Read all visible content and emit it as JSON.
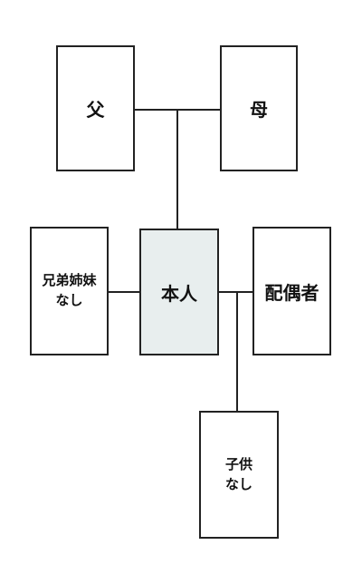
{
  "family_tree": {
    "father": {
      "label": "父"
    },
    "mother": {
      "label": "母"
    },
    "self": {
      "label": "本人"
    },
    "siblings": {
      "line1": "兄弟姉妹",
      "line2": "なし"
    },
    "spouse": {
      "label": "配偶者"
    },
    "children": {
      "line1": "子供",
      "line2": "なし"
    }
  },
  "colors": {
    "border": "#222222",
    "self_fill": "#e8eeee",
    "background": "#ffffff"
  }
}
